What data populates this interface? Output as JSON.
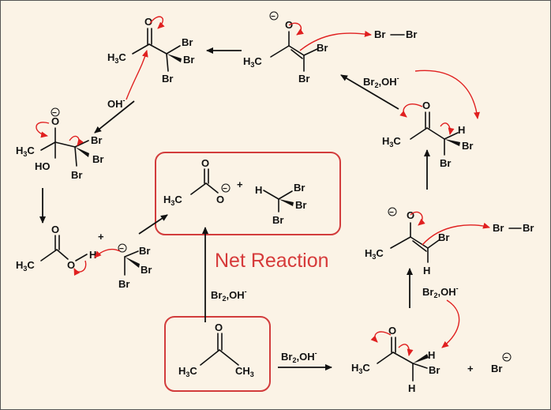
{
  "title": "Net Reaction",
  "atoms": {
    "O": "O",
    "Br": "Br",
    "H": "H",
    "C": "C",
    "HO": "HO",
    "OH": "OH",
    "CH": "CH",
    "plus": "+",
    "minus": "−"
  },
  "subscripts": {
    "three": "3",
    "two": "2"
  },
  "reagent": {
    "br2": "Br",
    "sub": "2",
    "oh": ",OH",
    "minus": "-"
  },
  "colors": {
    "frame_bg": "#fbf3e6",
    "accent_red": "#d63a3a",
    "arrow_red": "#e02020",
    "ink": "#111111"
  },
  "chart_data": {
    "type": "diagram",
    "title": "Net Reaction",
    "species": [
      "acetone",
      "enolate",
      "monobromoketone",
      "dibromoenolate",
      "tribromoketone",
      "tetrahedral intermediate",
      "acetic acid",
      "acetate",
      "bromoform",
      "bromide"
    ]
  }
}
